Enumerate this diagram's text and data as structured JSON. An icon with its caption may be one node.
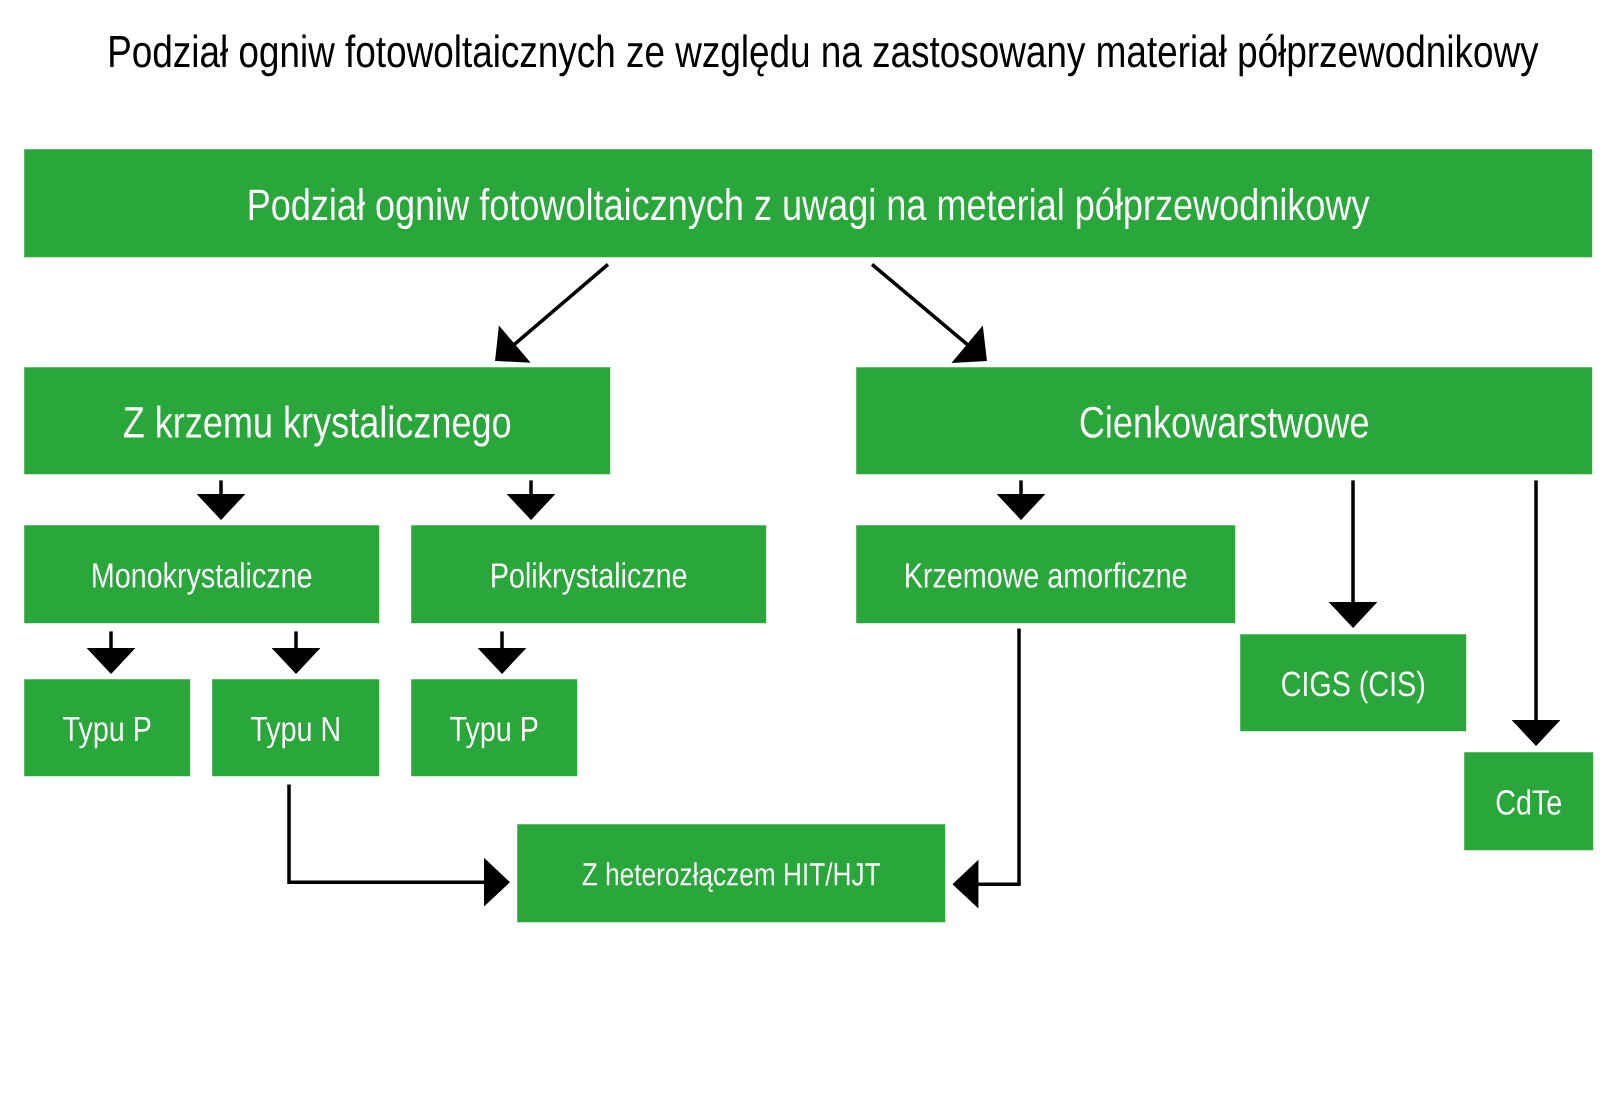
{
  "diagram": {
    "title": "Podział ogniw fotowoltaicznych ze względu na zastosowany materiał półprzewodnikowy",
    "nodes": [
      {
        "text": [
          "Podział ogniw fotowoltaicznych z uwagi na meterial półprzewodnikowy"
        ]
      },
      {
        "text": [
          "Z krzemu krystalicznego"
        ]
      },
      {
        "text": [
          "Cienkowarstwowe"
        ]
      },
      {
        "text": [
          "Monokrystaliczne"
        ]
      },
      {
        "text": [
          "Polikrystaliczne"
        ]
      },
      {
        "text": [
          "Krzemowe amorficzne"
        ]
      },
      {
        "text": [
          "CIGS (CIS)"
        ]
      },
      {
        "text": [
          "Typu P"
        ]
      },
      {
        "text": [
          "Typu N"
        ]
      },
      {
        "text": [
          "Typu P"
        ]
      },
      {
        "text": [
          "CdTe"
        ]
      },
      {
        "text": [
          "Z heterozłączem HIT/HJT"
        ]
      }
    ],
    "edges": [
      {
        "from": 0,
        "to": 1,
        "arrow": "to"
      },
      {
        "from": 0,
        "to": 2,
        "arrow": "to"
      },
      {
        "from": 1,
        "to": 3,
        "arrow": "to"
      },
      {
        "from": 1,
        "to": 4,
        "arrow": "to"
      },
      {
        "from": 2,
        "to": 5,
        "arrow": "to"
      },
      {
        "from": 2,
        "to": 6,
        "arrow": "to"
      },
      {
        "from": 2,
        "to": 10,
        "arrow": "to"
      },
      {
        "from": 3,
        "to": 7,
        "arrow": "to"
      },
      {
        "from": 3,
        "to": 8,
        "arrow": "to"
      },
      {
        "from": 4,
        "to": 9,
        "arrow": "to"
      },
      {
        "from": 8,
        "to": 11,
        "arrow": "to"
      },
      {
        "from": 5,
        "to": 11,
        "arrow": "to"
      }
    ]
  }
}
